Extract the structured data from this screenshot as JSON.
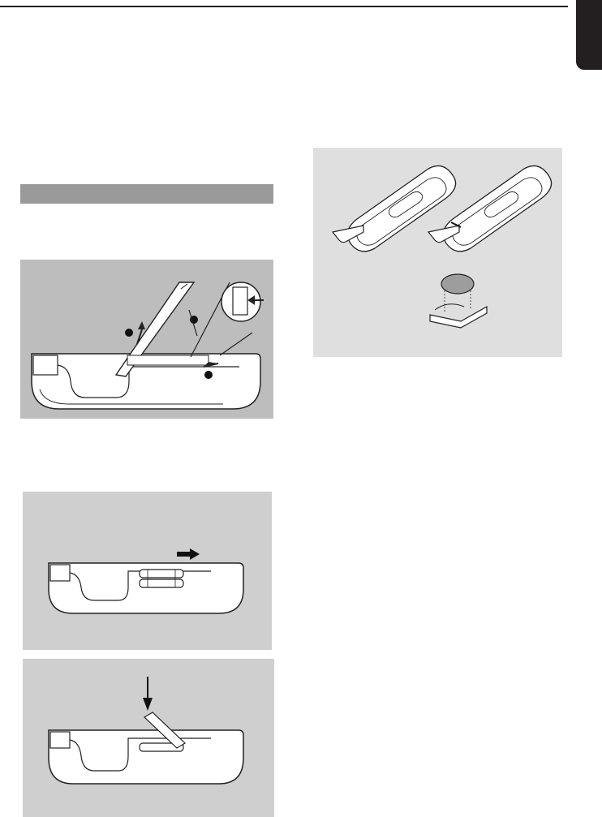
{
  "page": {
    "language_tab": "",
    "section_heading": ""
  },
  "figures": [
    {
      "id": "remote-cover",
      "description_icons": [
        "remote-back-icon",
        "battery-door-icon",
        "arrow-icon"
      ]
    },
    {
      "id": "remote-slide",
      "description_icons": [
        "remote-back-icon",
        "aa-battery-icon",
        "arrow-icon"
      ]
    },
    {
      "id": "remote-insert",
      "description_icons": [
        "remote-back-icon",
        "aa-battery-icon",
        "arrow-icon"
      ]
    },
    {
      "id": "coin-battery",
      "description_icons": [
        "oval-remote-icon",
        "battery-tray-icon",
        "coin-cell-icon"
      ]
    }
  ],
  "colors": {
    "text_dark": "#231f20",
    "section_bar": "#9a9a9a",
    "panel_dark": "#bdbdbd",
    "panel_light": "#dfdfdf"
  }
}
